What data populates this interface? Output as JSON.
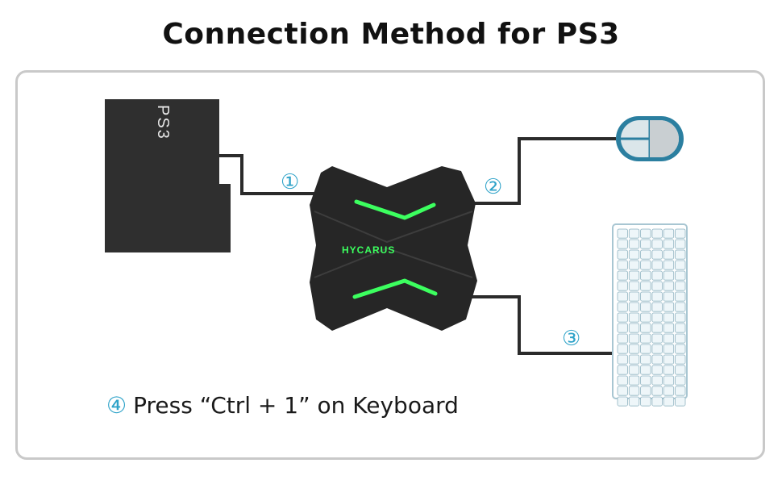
{
  "title": "Connection Method for PS3",
  "console": {
    "label": "PS3"
  },
  "adapter": {
    "brand": "HYCARUS"
  },
  "steps": [
    {
      "label": "①"
    },
    {
      "label": "②"
    },
    {
      "label": "③"
    }
  ],
  "instruction": {
    "number": "④",
    "text": "Press “Ctrl + 1” on Keyboard"
  },
  "colors": {
    "accent": "#2fa3c9",
    "led": "#39ff5a",
    "device": "#2e2e2e",
    "frame": "#c9c9c9"
  }
}
